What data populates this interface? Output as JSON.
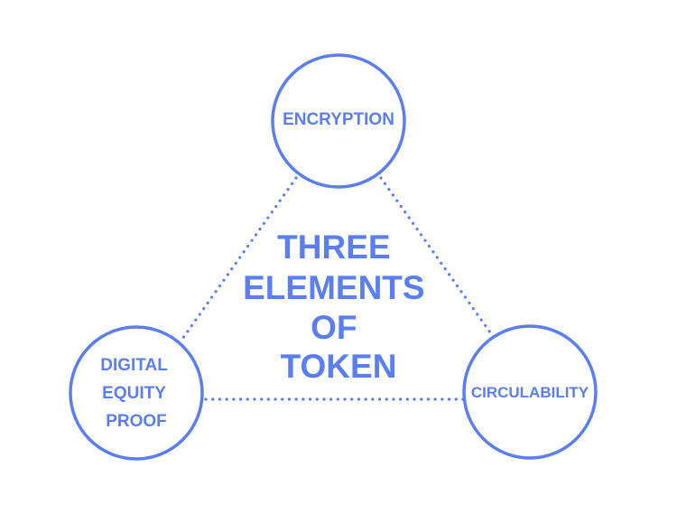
{
  "colors": {
    "primary": "#5b7ff0",
    "background": "#ffffff"
  },
  "title": {
    "lines": [
      "THREE",
      "ELEMENTS",
      "OF",
      "TOKEN"
    ]
  },
  "nodes": {
    "top": {
      "lines": [
        "ENCRYPTION"
      ]
    },
    "left": {
      "lines": [
        "DIGITAL",
        "EQUITY",
        "PROOF"
      ]
    },
    "right": {
      "lines": [
        "CIRCULABILITY"
      ]
    }
  }
}
